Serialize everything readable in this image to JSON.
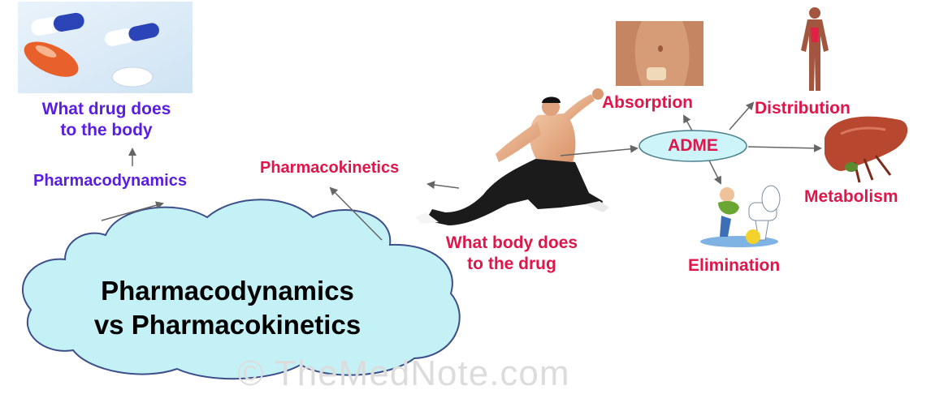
{
  "diagram": {
    "central_line1": "Pharmacodynamics",
    "central_line2": "vs Pharmacokinetics",
    "pharmacodynamics": "Pharmacodynamics",
    "what_drug_does_line1": "What drug does",
    "what_drug_does_line2": "to the body",
    "pharmacokinetics": "Pharmacokinetics",
    "what_body_does_line1": "What body does",
    "what_body_does_line2": "to the drug",
    "adme": "ADME",
    "absorption": "Absorption",
    "distribution": "Distribution",
    "metabolism": "Metabolism",
    "elimination": "Elimination"
  },
  "watermark": "© TheMedNote.com",
  "colors": {
    "kinetics_text": "#e0164b",
    "dynamics_text": "#5a1ee0",
    "cloud_fill": "#c4f1f6",
    "adme_fill": "#cdf4f8",
    "arrow": "#666666"
  },
  "images": [
    "drug-pills",
    "martial-artist",
    "abdomen-patch",
    "human-body-figure",
    "liver",
    "child-toilet"
  ]
}
